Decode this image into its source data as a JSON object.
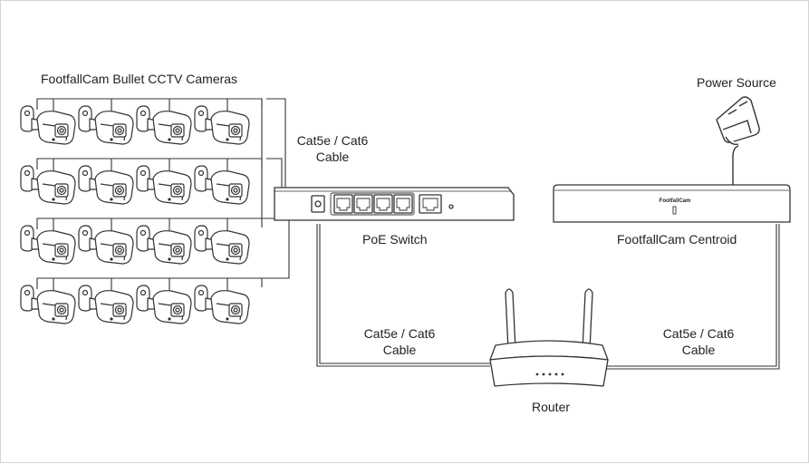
{
  "labels": {
    "cameras_title": "FootfallCam Bullet CCTV Cameras",
    "power_source": "Power Source",
    "cable_top_line1": "Cat5e / Cat6",
    "cable_top_line2": "Cable",
    "poe_switch": "PoE Switch",
    "centroid": "FootfallCam Centroid",
    "centroid_brand": "FootfallCam",
    "cable_left_line1": "Cat5e / Cat6",
    "cable_left_line2": "Cable",
    "cable_right_line1": "Cat5e / Cat6",
    "cable_right_line2": "Cable",
    "router": "Router"
  },
  "camera_grid": {
    "rows": 4,
    "columns": 4
  },
  "switch_ports": {
    "poe": 4,
    "uplink": 1
  },
  "colors": {
    "line": "#333333",
    "text": "#222222",
    "border": "#d4d4d4"
  }
}
